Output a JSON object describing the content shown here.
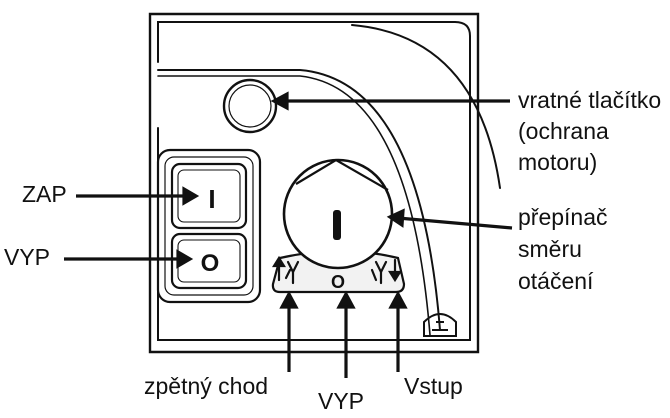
{
  "labels": {
    "zap": "ZAP",
    "vyp_left": "VYP",
    "reset_button": [
      "vratné tlačítko",
      "(ochrana",
      "motoru)"
    ],
    "direction_switch": [
      "přepínač",
      "směru",
      "otáčení"
    ],
    "reverse": "zpětný chod",
    "vyp_bottom": "VYP",
    "forward": "Vstup"
  },
  "symbols": {
    "on": "I",
    "off": "O",
    "dial_center": "O"
  },
  "colors": {
    "line": "#111111",
    "background": "#ffffff",
    "dial_plate": "#f2f2f2"
  }
}
